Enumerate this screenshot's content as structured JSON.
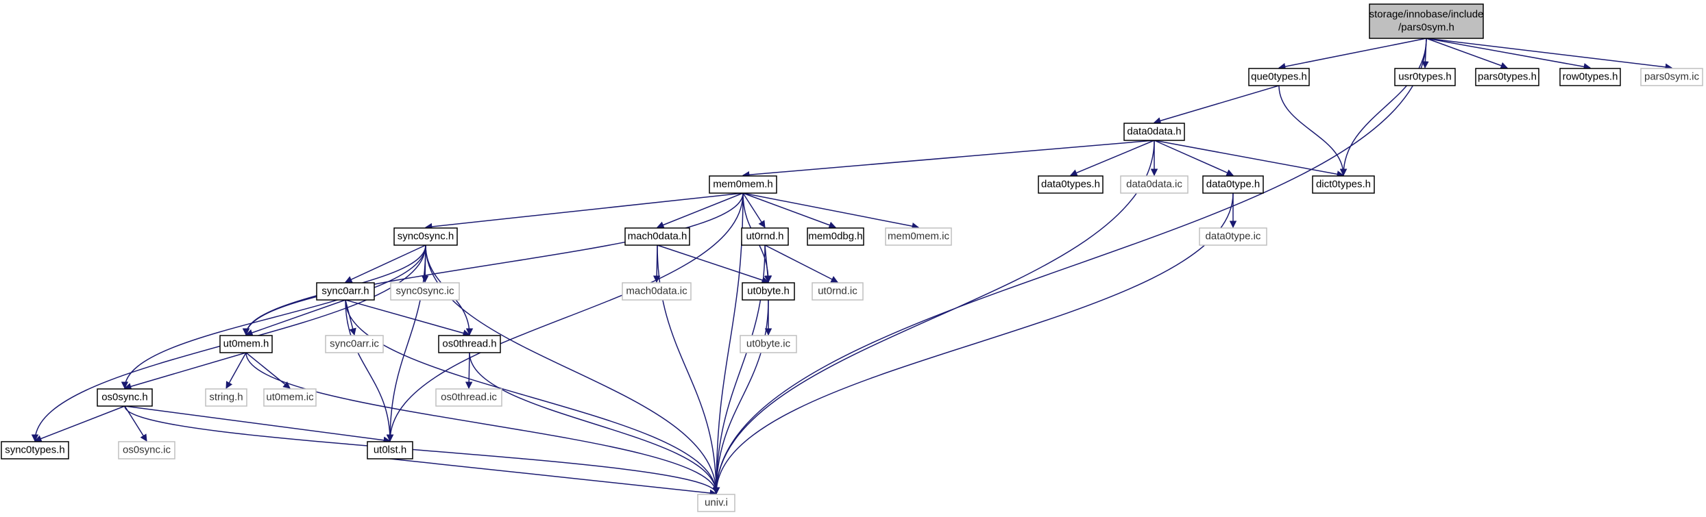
{
  "colors": {
    "edge": "#191970",
    "root_fill": "#bfbfbf",
    "node_border": "#000000",
    "external_border": "#bfbfbf",
    "background": "#ffffff"
  },
  "nodes": [
    {
      "id": "root",
      "lines": [
        "storage/innobase/include",
        "/pars0sym.h"
      ],
      "kind": "root"
    },
    {
      "id": "que0types",
      "lines": [
        "que0types.h"
      ],
      "kind": "header"
    },
    {
      "id": "usr0types",
      "lines": [
        "usr0types.h"
      ],
      "kind": "header"
    },
    {
      "id": "pars0types",
      "lines": [
        "pars0types.h"
      ],
      "kind": "header"
    },
    {
      "id": "row0types",
      "lines": [
        "row0types.h"
      ],
      "kind": "header"
    },
    {
      "id": "pars0sym_ic",
      "lines": [
        "pars0sym.ic"
      ],
      "kind": "external"
    },
    {
      "id": "data0data",
      "lines": [
        "data0data.h"
      ],
      "kind": "header"
    },
    {
      "id": "dict0types",
      "lines": [
        "dict0types.h"
      ],
      "kind": "header"
    },
    {
      "id": "mem0mem",
      "lines": [
        "mem0mem.h"
      ],
      "kind": "header"
    },
    {
      "id": "data0types",
      "lines": [
        "data0types.h"
      ],
      "kind": "header"
    },
    {
      "id": "data0data_ic",
      "lines": [
        "data0data.ic"
      ],
      "kind": "external"
    },
    {
      "id": "data0type",
      "lines": [
        "data0type.h"
      ],
      "kind": "header"
    },
    {
      "id": "data0type_ic",
      "lines": [
        "data0type.ic"
      ],
      "kind": "external"
    },
    {
      "id": "sync0sync",
      "lines": [
        "sync0sync.h"
      ],
      "kind": "header"
    },
    {
      "id": "mach0data",
      "lines": [
        "mach0data.h"
      ],
      "kind": "header"
    },
    {
      "id": "ut0rnd",
      "lines": [
        "ut0rnd.h"
      ],
      "kind": "header"
    },
    {
      "id": "mem0dbg",
      "lines": [
        "mem0dbg.h"
      ],
      "kind": "header"
    },
    {
      "id": "mem0mem_ic",
      "lines": [
        "mem0mem.ic"
      ],
      "kind": "external"
    },
    {
      "id": "sync0arr",
      "lines": [
        "sync0arr.h"
      ],
      "kind": "header"
    },
    {
      "id": "sync0sync_ic",
      "lines": [
        "sync0sync.ic"
      ],
      "kind": "external"
    },
    {
      "id": "mach0data_ic",
      "lines": [
        "mach0data.ic"
      ],
      "kind": "external"
    },
    {
      "id": "ut0byte",
      "lines": [
        "ut0byte.h"
      ],
      "kind": "header"
    },
    {
      "id": "ut0rnd_ic",
      "lines": [
        "ut0rnd.ic"
      ],
      "kind": "external"
    },
    {
      "id": "ut0mem",
      "lines": [
        "ut0mem.h"
      ],
      "kind": "header"
    },
    {
      "id": "sync0arr_ic",
      "lines": [
        "sync0arr.ic"
      ],
      "kind": "external"
    },
    {
      "id": "os0thread",
      "lines": [
        "os0thread.h"
      ],
      "kind": "header"
    },
    {
      "id": "ut0byte_ic",
      "lines": [
        "ut0byte.ic"
      ],
      "kind": "external"
    },
    {
      "id": "os0sync",
      "lines": [
        "os0sync.h"
      ],
      "kind": "header"
    },
    {
      "id": "string_h",
      "lines": [
        "string.h"
      ],
      "kind": "external"
    },
    {
      "id": "ut0mem_ic",
      "lines": [
        "ut0mem.ic"
      ],
      "kind": "external"
    },
    {
      "id": "os0thread_ic",
      "lines": [
        "os0thread.ic"
      ],
      "kind": "external"
    },
    {
      "id": "sync0types",
      "lines": [
        "sync0types.h"
      ],
      "kind": "header"
    },
    {
      "id": "os0sync_ic",
      "lines": [
        "os0sync.ic"
      ],
      "kind": "external"
    },
    {
      "id": "ut0lst",
      "lines": [
        "ut0lst.h"
      ],
      "kind": "header"
    },
    {
      "id": "univ_i",
      "lines": [
        "univ.i"
      ],
      "kind": "external"
    }
  ],
  "edges": [
    [
      "root",
      "que0types"
    ],
    [
      "root",
      "dict0types"
    ],
    [
      "root",
      "univ_i"
    ],
    [
      "root",
      "usr0types"
    ],
    [
      "root",
      "pars0types"
    ],
    [
      "root",
      "row0types"
    ],
    [
      "root",
      "pars0sym_ic"
    ],
    [
      "que0types",
      "data0data"
    ],
    [
      "que0types",
      "dict0types"
    ],
    [
      "data0data",
      "mem0mem"
    ],
    [
      "data0data",
      "univ_i"
    ],
    [
      "data0data",
      "data0types"
    ],
    [
      "data0data",
      "data0data_ic"
    ],
    [
      "data0data",
      "data0type"
    ],
    [
      "data0data",
      "dict0types"
    ],
    [
      "data0type",
      "data0type_ic"
    ],
    [
      "data0type",
      "univ_i"
    ],
    [
      "mem0mem",
      "ut0mem"
    ],
    [
      "mem0mem",
      "sync0sync"
    ],
    [
      "mem0mem",
      "ut0lst"
    ],
    [
      "mem0mem",
      "mach0data"
    ],
    [
      "mem0mem",
      "ut0byte"
    ],
    [
      "mem0mem",
      "ut0rnd"
    ],
    [
      "mem0mem",
      "mem0dbg"
    ],
    [
      "mem0mem",
      "mem0mem_ic"
    ],
    [
      "mem0mem",
      "univ_i"
    ],
    [
      "sync0sync",
      "sync0types"
    ],
    [
      "sync0sync",
      "os0sync"
    ],
    [
      "sync0sync",
      "ut0mem"
    ],
    [
      "sync0sync",
      "sync0arr"
    ],
    [
      "sync0sync",
      "sync0sync_ic"
    ],
    [
      "sync0sync",
      "os0thread"
    ],
    [
      "sync0sync",
      "ut0lst"
    ],
    [
      "sync0sync",
      "univ_i"
    ],
    [
      "sync0arr",
      "ut0mem"
    ],
    [
      "sync0arr",
      "univ_i"
    ],
    [
      "sync0arr",
      "sync0arr_ic"
    ],
    [
      "sync0arr",
      "ut0lst"
    ],
    [
      "sync0arr",
      "os0thread"
    ],
    [
      "ut0mem",
      "os0sync"
    ],
    [
      "ut0mem",
      "univ_i"
    ],
    [
      "ut0mem",
      "string_h"
    ],
    [
      "ut0mem",
      "ut0mem_ic"
    ],
    [
      "os0sync",
      "sync0types"
    ],
    [
      "os0sync",
      "univ_i"
    ],
    [
      "os0sync",
      "os0sync_ic"
    ],
    [
      "os0sync",
      "ut0lst"
    ],
    [
      "os0thread",
      "univ_i"
    ],
    [
      "os0thread",
      "os0thread_ic"
    ],
    [
      "ut0lst",
      "univ_i"
    ],
    [
      "mach0data",
      "mach0data_ic"
    ],
    [
      "mach0data",
      "univ_i"
    ],
    [
      "mach0data",
      "ut0byte"
    ],
    [
      "ut0rnd",
      "ut0byte"
    ],
    [
      "ut0rnd",
      "ut0rnd_ic"
    ],
    [
      "ut0rnd",
      "univ_i"
    ],
    [
      "ut0byte",
      "ut0byte_ic"
    ],
    [
      "ut0byte",
      "univ_i"
    ]
  ]
}
